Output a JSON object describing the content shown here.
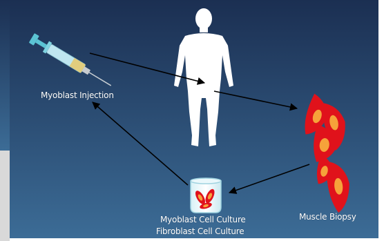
{
  "labels": {
    "injection": "Myoblast Injection",
    "culture_myoblast": "Myoblast Cell Culture",
    "culture_fibroblast": "Fibroblast Cell Culture",
    "biopsy": "Muscle Biopsy"
  },
  "colors": {
    "background_top": "#1b2f52",
    "background_bottom": "#3c6c96",
    "figure": "#ffffff",
    "muscle_cell": "#e0121b",
    "nucleus": "#f6a23a",
    "arrow": "#000000",
    "syringe_body": "#bfe6f0",
    "syringe_plunger": "#5bc3d3",
    "side_panel": "#d9d9d9"
  }
}
